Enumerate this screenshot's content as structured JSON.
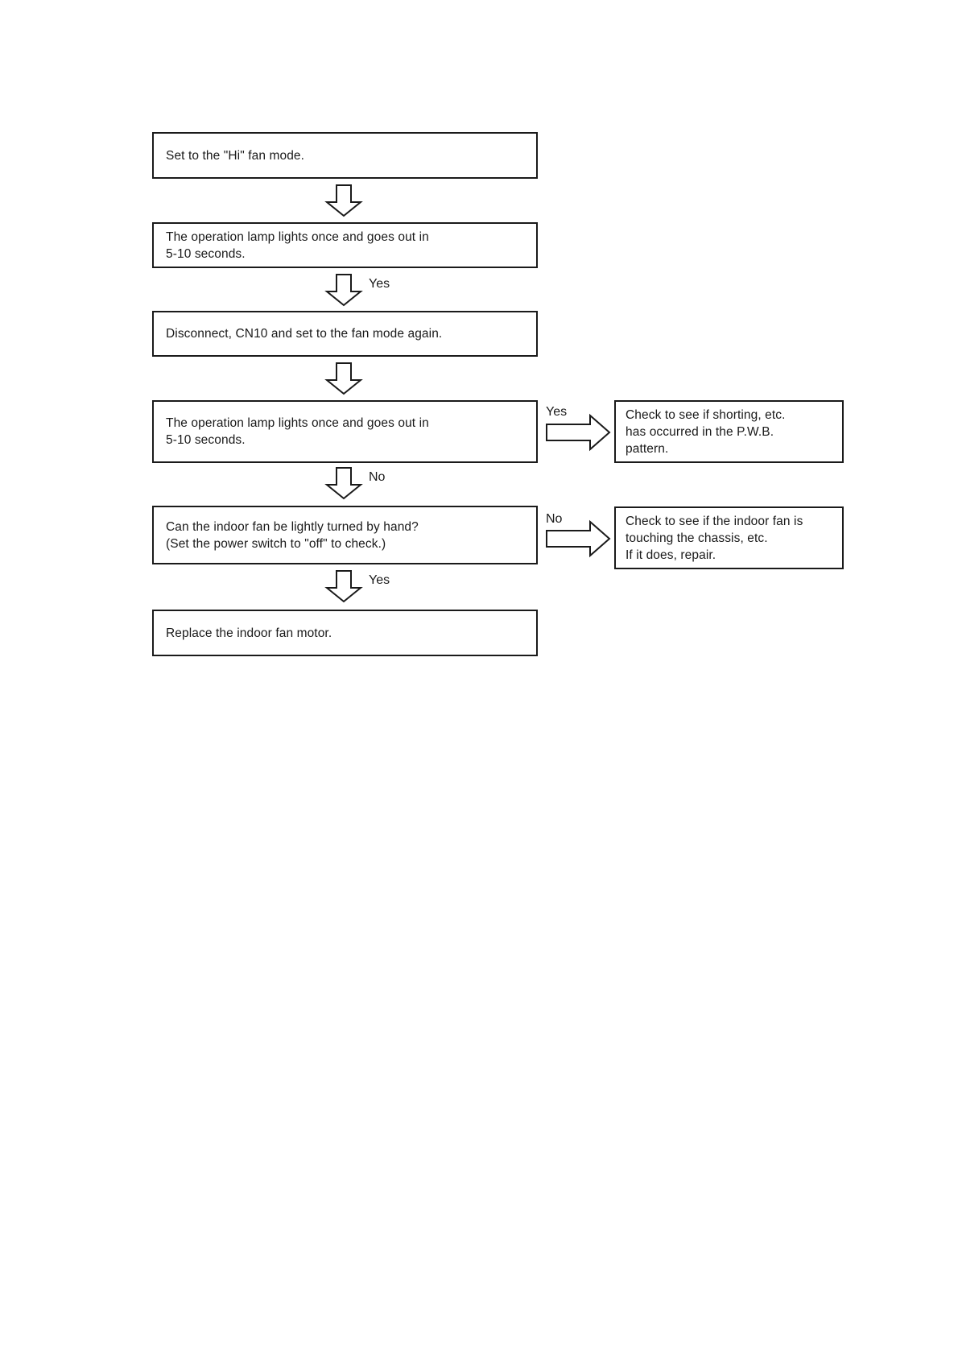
{
  "flowchart": {
    "steps": [
      {
        "text": "Set to the \"Hi\" fan mode."
      },
      {
        "text": "The operation lamp lights once and goes out in\n5-10 seconds."
      },
      {
        "text": "Disconnect, CN10 and set to the fan mode again."
      },
      {
        "text": "The operation lamp lights once and goes out in\n5-10 seconds."
      },
      {
        "text": "Can the indoor fan be lightly turned by hand?\n(Set the power switch to \"off\" to check.)"
      },
      {
        "text": "Replace the indoor fan motor."
      }
    ],
    "side_steps": [
      {
        "text": "Check to see if shorting, etc.\nhas occurred in the P.W.B.\npattern."
      },
      {
        "text": "Check to see if the indoor fan is\ntouching the chassis, etc.\nIf it does, repair."
      }
    ],
    "labels": {
      "down_arrow_2": "Yes",
      "down_arrow_4": "No",
      "down_arrow_5": "Yes",
      "side_arrow_1": "Yes",
      "side_arrow_2": "No"
    },
    "colors": {
      "ink": "#1a1a1a",
      "background": "#ffffff"
    }
  }
}
